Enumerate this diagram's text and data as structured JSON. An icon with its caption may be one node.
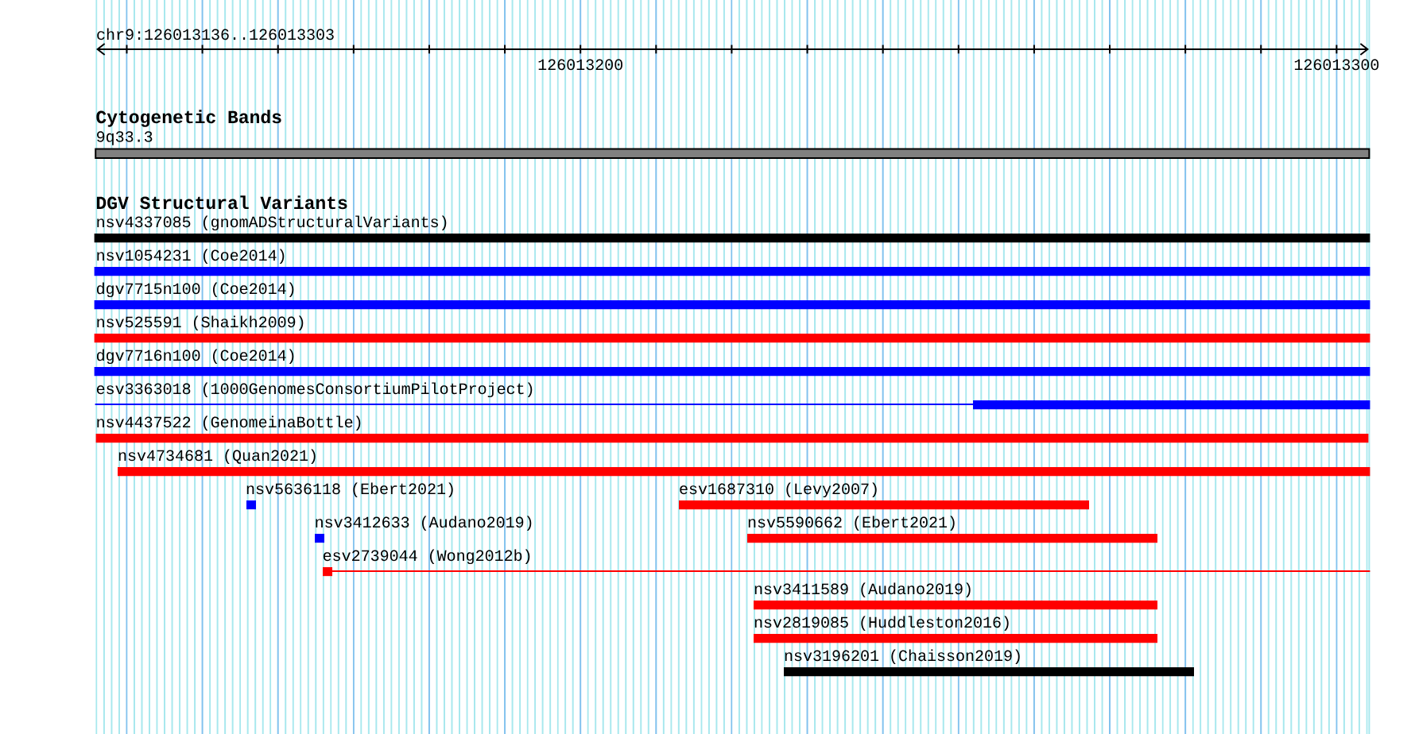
{
  "diagram": {
    "nodes": [
      {
        "text": [
          "9q33.3"
        ]
      },
      {
        "text": [
          "nsv4337085 (gnomADStructuralVariants)"
        ]
      },
      {
        "text": [
          "nsv1054231 (Coe2014)"
        ]
      },
      {
        "text": [
          "dgv7715n100 (Coe2014)"
        ]
      },
      {
        "text": [
          "nsv525591 (Shaikh2009)"
        ]
      },
      {
        "text": [
          "dgv7716n100 (Coe2014)"
        ]
      },
      {
        "text": [
          "esv3363018 (1000GenomesConsortiumPilotProject)"
        ]
      },
      {
        "text": [
          "nsv4437522 (GenomeinaBottle)"
        ]
      },
      {
        "text": [
          "nsv4734681 (Quan2021)"
        ]
      },
      {
        "text": [
          "nsv5636118 (Ebert2021)"
        ]
      },
      {
        "text": [
          "esv1687310 (Levy2007)"
        ]
      },
      {
        "text": [
          "nsv3412633 (Audano2019)"
        ]
      },
      {
        "text": [
          "nsv5590662 (Ebert2021)"
        ]
      },
      {
        "text": [
          "esv2739044 (Wong2012b)"
        ]
      },
      {
        "text": [
          "nsv3411589 (Audano2019)"
        ]
      },
      {
        "text": [
          "nsv2819085 (Huddleston2016)"
        ]
      },
      {
        "text": [
          "nsv3196201 (Chaisson2019)"
        ]
      }
    ],
    "labels": [
      "chr9:126013136..126013303",
      "126013200",
      "126013300",
      "Cytogenetic Bands",
      "DGV Structural Variants"
    ]
  }
}
